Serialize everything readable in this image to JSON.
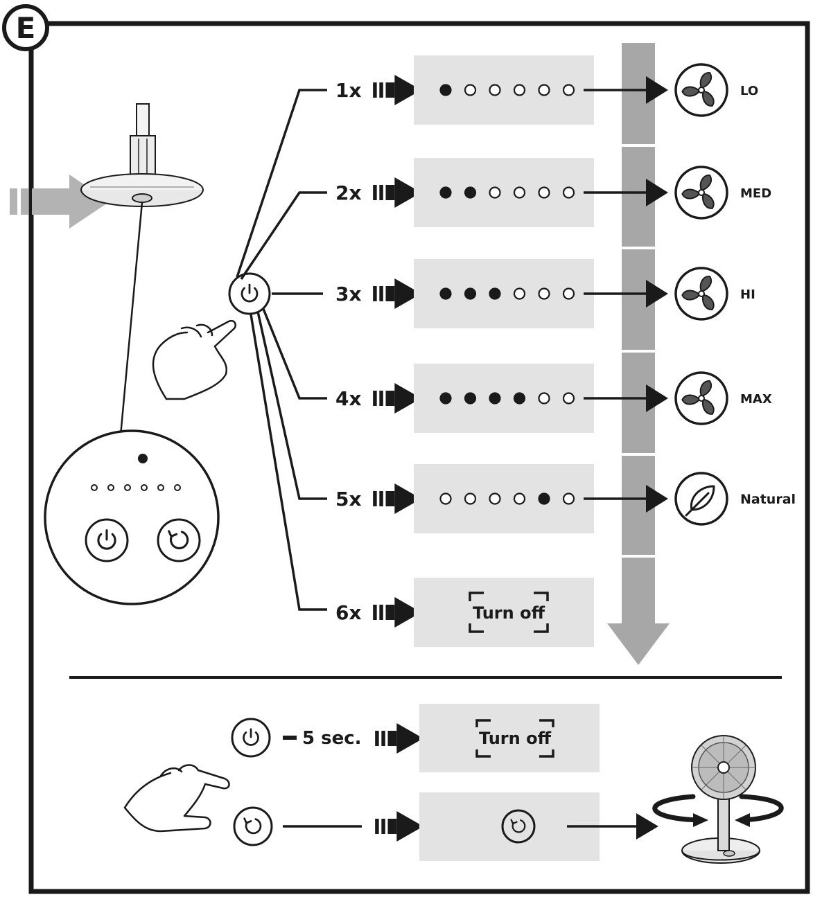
{
  "section_letter": "E",
  "press_rows": [
    {
      "count_label": "1x",
      "dots": [
        1,
        0,
        0,
        0,
        0,
        0
      ],
      "mode_label": "LO",
      "icon": "fan-icon"
    },
    {
      "count_label": "2x",
      "dots": [
        1,
        1,
        0,
        0,
        0,
        0
      ],
      "mode_label": "MED",
      "icon": "fan-icon"
    },
    {
      "count_label": "3x",
      "dots": [
        1,
        1,
        1,
        0,
        0,
        0
      ],
      "mode_label": "HI",
      "icon": "fan-icon"
    },
    {
      "count_label": "4x",
      "dots": [
        1,
        1,
        1,
        1,
        0,
        0
      ],
      "mode_label": "MAX",
      "icon": "fan-icon"
    },
    {
      "count_label": "5x",
      "dots": [
        0,
        0,
        0,
        0,
        1,
        0
      ],
      "mode_label": "Natural",
      "icon": "leaf-icon"
    },
    {
      "count_label": "6x",
      "result_label": "Turn off"
    }
  ],
  "hold_row": {
    "duration_label": "5 sec.",
    "result_label": "Turn off"
  },
  "colors": {
    "ink": "#1a1a1a",
    "panel": "#e3e3e3",
    "flow_arrow": "#a7a7a7",
    "device_arrow": "#b3b3b3"
  }
}
